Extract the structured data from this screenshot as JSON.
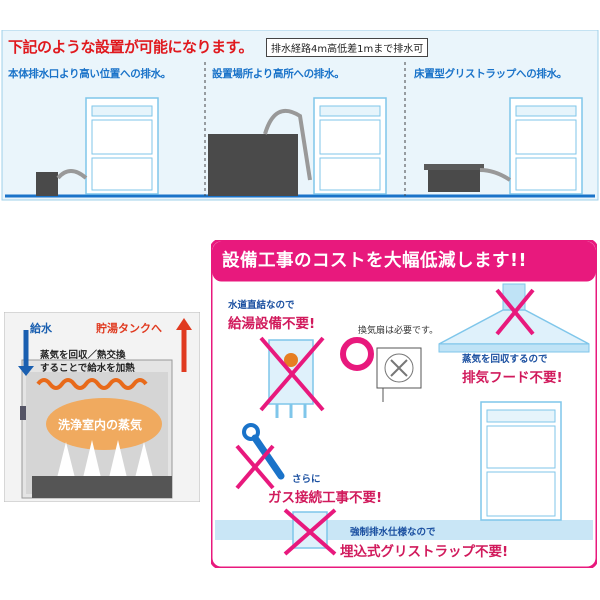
{
  "top": {
    "title": "下記のような設置が可能になります。",
    "note": "排水経路4m高低差1mまで排水可",
    "cases": [
      "本体排水口より高い位置への排水。",
      "設置場所より高所への排水。",
      "床置型グリストラップへの排水。"
    ]
  },
  "heat": {
    "water_in": "給水",
    "to_tank": "貯湯タンクへ",
    "recover_line1": "蒸気を回収／熱交換",
    "recover_line2": "することで給水を加熱",
    "steam": "洗浄室内の蒸気"
  },
  "cost": {
    "title": "設備工事のコストを大幅低減します!!",
    "water_direct": "水道直結なので",
    "water_heater": "給湯設備不要!",
    "fan_needed": "換気扇は必要です。",
    "steam_recover": "蒸気を回収するので",
    "exhaust_hood": "排気フード不要!",
    "moreover": "さらに",
    "gas": "ガス接続工事不要!",
    "forced_drain": "強制排水仕様なので",
    "grease_trap": "埋込式グリストラップ不要!"
  },
  "colors": {
    "red": "#e0191e",
    "blue": "#1a73c9",
    "pink": "#e8197d",
    "lightblue": "#bfe3f6"
  }
}
